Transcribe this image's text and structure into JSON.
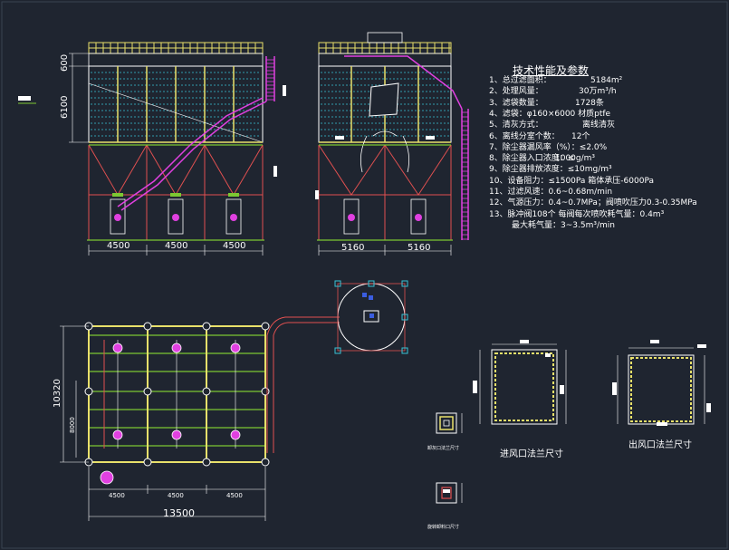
{
  "specs": {
    "title": "技术性能及参数",
    "items": [
      {
        "label": "1、总过滤面积：",
        "value": "5184m²"
      },
      {
        "label": "2、处理风量：",
        "value": "30万m³/h"
      },
      {
        "label": "3、滤袋数量：",
        "value": "1728条"
      },
      {
        "label": "4、滤袋：φ160×6000 材质ptfe",
        "value": ""
      },
      {
        "label": "5、清灰方式：",
        "value": "离线清灰"
      },
      {
        "label": "6、离线分室个数：",
        "value": "12个"
      },
      {
        "label": "7、除尘器漏风率（%）：≤2.0%",
        "value": ""
      },
      {
        "label": "8、除尘器入口浓度：≤",
        "value": "1000g/m³"
      },
      {
        "label": "9、除尘器排放浓度：≤10mg/m³",
        "value": ""
      },
      {
        "label": "10、设备阻力：≤1500Pa  箱体承压-6000Pa",
        "value": ""
      },
      {
        "label": "11、过滤风速：0.6~0.68m/min",
        "value": ""
      },
      {
        "label": "12、气源压力：0.4~0.7MPa；阀喷吹压力0.3-0.35MPa",
        "value": ""
      },
      {
        "label": "13、脉冲阀108个    每阀每次喷吹耗气量：0.4m³",
        "value": ""
      },
      {
        "label": "最大耗气量：3~3.5m³/min",
        "value": ""
      }
    ]
  },
  "dimensions": {
    "front_top": "600",
    "front_body": "6100",
    "front_bays": [
      "4500",
      "4500",
      "4500"
    ],
    "side_bays": [
      "5160",
      "5160"
    ],
    "plan_height": "10320",
    "plan_inner": "8000",
    "plan_bays": [
      "4500",
      "4500",
      "4500"
    ],
    "plan_total": "13500"
  },
  "captions": {
    "inlet_flange": "进风口法兰尺寸",
    "outlet_flange": "出风口法兰尺寸",
    "small_flange_1": "卸灰口法兰尺寸",
    "small_flange_2": "旋转卸料口尺寸"
  },
  "colors": {
    "background": "#1f2530",
    "line": "#ffffff",
    "structure_yellow": "#e8e06a",
    "filter_cyan": "#39c3d6",
    "stair_magenta": "#e040e0",
    "pipe_red": "#e05050",
    "steel_green": "#7cc832"
  }
}
